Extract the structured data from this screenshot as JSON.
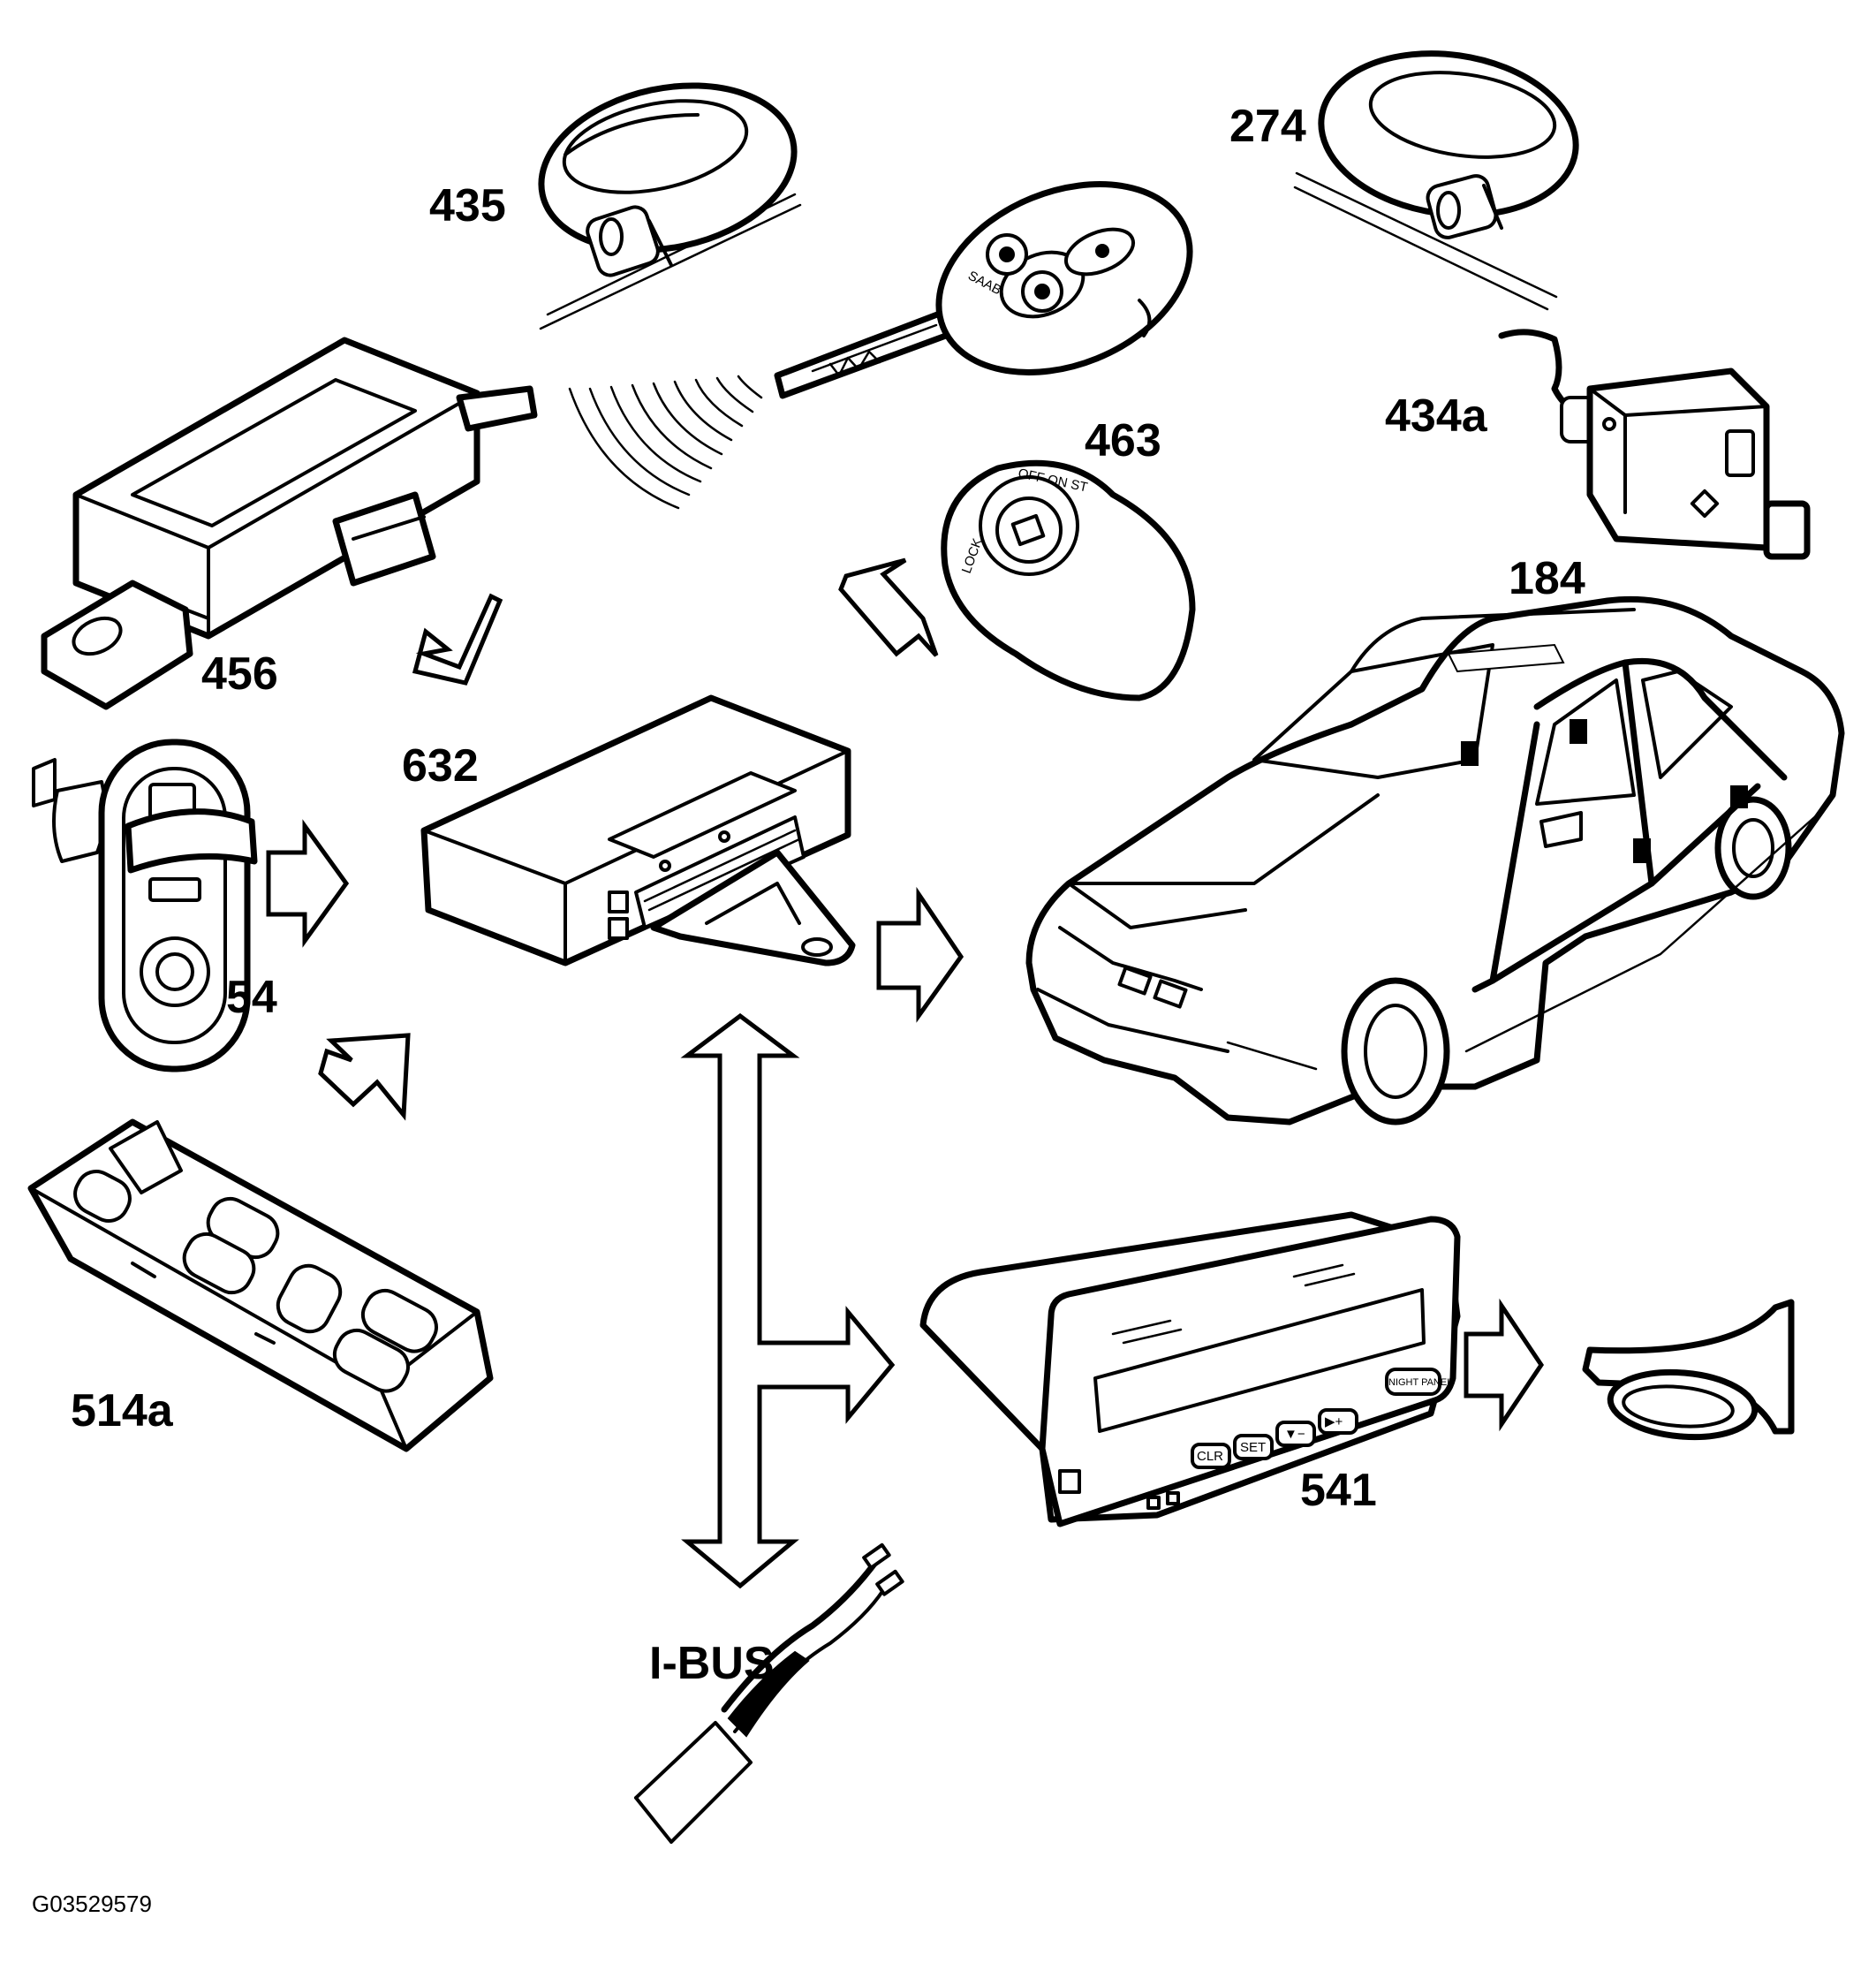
{
  "labels": {
    "c435": "435",
    "c274": "274",
    "c434a": "434a",
    "c463": "463",
    "c456": "456",
    "c184": "184",
    "c632": "632",
    "c54": "54",
    "c514a": "514a",
    "c541": "541",
    "ibus": "I-BUS"
  },
  "fig_code": "G03529579",
  "key_text": "SAAB",
  "ignition_text": {
    "lock": "LOCK",
    "top": "OFF ON ST"
  },
  "sid_buttons": {
    "b1": "CLR",
    "b2": "SET",
    "b3": "▼−",
    "b4": "▶+",
    "night": "NIGHT PANEL"
  },
  "icons": {
    "lock_435": "door-lock-cylinder-icon",
    "lock_274": "trunk-lock-cylinder-icon",
    "key": "remote-key-fob-icon",
    "wave": "radio-signal-waves-icon",
    "actuator": "lock-actuator-icon",
    "ignition": "ignition-switch-icon",
    "receiver": "remote-receiver-module-icon",
    "cem": "central-control-module-icon",
    "switch54": "door-lock-switch-icon",
    "window_switch": "window-lock-switch-panel-icon",
    "car": "car-icon",
    "sid": "information-display-icon",
    "horn": "horn-icon",
    "cable": "bus-cable-icon"
  },
  "colors": {
    "ink": "#000000",
    "paper": "#ffffff"
  }
}
